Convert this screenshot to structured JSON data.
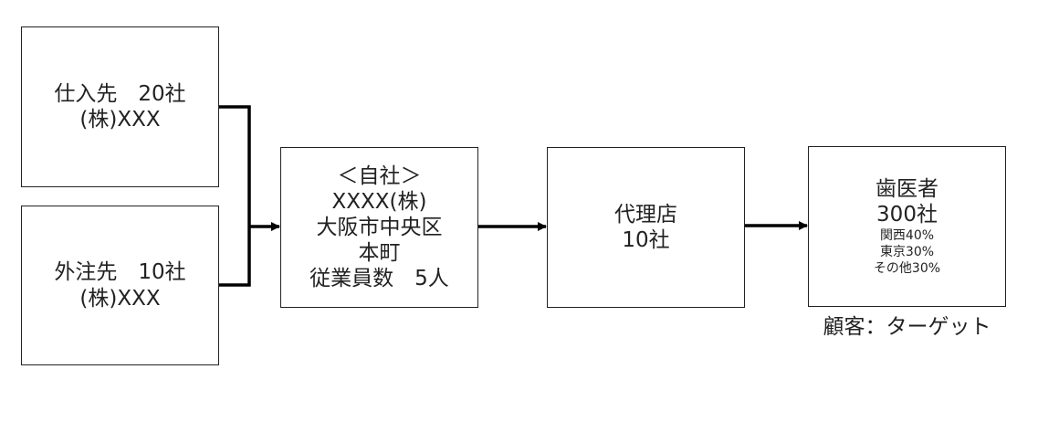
{
  "supplier": {
    "line1": "仕入先　20社",
    "line2": "(株)XXX"
  },
  "outsource": {
    "line1": "外注先　10社",
    "line2": "(株)XXX"
  },
  "company": {
    "line1": "＜自社＞",
    "line2": "XXXX(株)",
    "line3": "大阪市中央区",
    "line4": "本町",
    "line5": "従業員数　5人"
  },
  "agency": {
    "line1": "代理店",
    "line2": "10社"
  },
  "customer": {
    "line1": "歯医者",
    "line2": "300社",
    "line3": "関西40%",
    "line4": "東京30%",
    "line5": "その他30%",
    "caption": "顧客：ターゲット"
  }
}
